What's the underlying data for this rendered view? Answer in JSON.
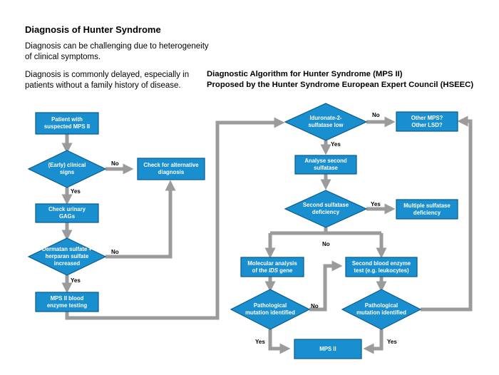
{
  "header": {
    "title": "Diagnosis of Hunter Syndrome",
    "para1": "Diagnosis can be challenging due to heterogeneity of clinical symptoms.",
    "para2": "Diagnosis is commonly delayed, especially in patients without a family history of disease.",
    "algo_title_line1": "Diagnostic Algorithm for Hunter Syndrome (MPS II)",
    "algo_title_line2": "Proposed by the Hunter Syndrome European Expert Council (HSEEC)"
  },
  "nodes": {
    "patient": "Patient with suspected MPS II",
    "clinical_signs": "(Early) clinical signs",
    "check_alternative": "Check for alternative diagnosis",
    "check_urinary": "Check urinary GAGs",
    "dermatan": "Dermatan sulfate + herparan sulfate increased",
    "blood_test": "MPS II blood enzyme testing",
    "ids_low": "Iduronate-2-sulfatase low",
    "other_mps": "Other MPS? Other LSD?",
    "analyse_second": "Analyse second sulfatase",
    "second_deficiency": "Second sulfatase deficiency",
    "multiple_deficiency": "Multiple sulfatase deficiency",
    "molecular_pre": "Molecular analysis of the ",
    "molecular_gene": "IDS",
    "molecular_post": " gene",
    "second_blood": "Second blood enzyme test (e.g. leukocytes)",
    "path_left": "Pathological mutation identified",
    "path_right": "Pathological mutation identified",
    "mps2": "MPS II"
  },
  "labels": {
    "no_clinical": "No",
    "yes_clinical": "Yes",
    "no_dermatan": "No",
    "yes_dermatan": "Yes",
    "no_ids": "No",
    "yes_ids": "Yes",
    "yes_second": "Yes",
    "no_second": "No",
    "no_path_left": "No",
    "yes_path_left": "Yes",
    "yes_path_right": "Yes"
  },
  "colors": {
    "node_fill": "#1a8fd0",
    "node_border": "#0a5a8c",
    "connector": "#9b9b9b"
  }
}
